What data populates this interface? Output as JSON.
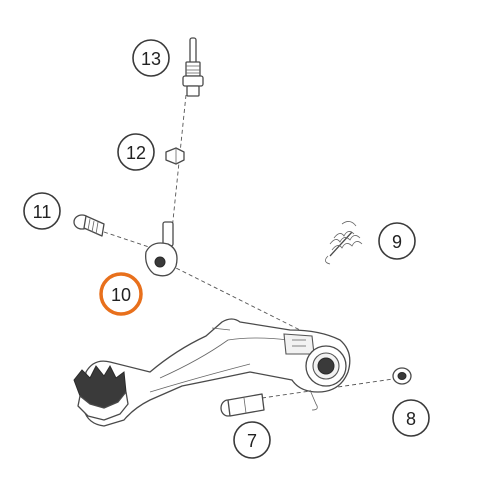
{
  "diagram": {
    "callouts": [
      {
        "id": "13",
        "label": "13",
        "highlighted": false
      },
      {
        "id": "12",
        "label": "12",
        "highlighted": false
      },
      {
        "id": "11",
        "label": "11",
        "highlighted": false
      },
      {
        "id": "9",
        "label": "9",
        "highlighted": false
      },
      {
        "id": "10",
        "label": "10",
        "highlighted": true
      },
      {
        "id": "8",
        "label": "8",
        "highlighted": false
      },
      {
        "id": "7",
        "label": "7",
        "highlighted": false
      }
    ],
    "colors": {
      "highlight": "#e8701c",
      "outline": "#3a3a3a",
      "background": "#ffffff"
    }
  }
}
